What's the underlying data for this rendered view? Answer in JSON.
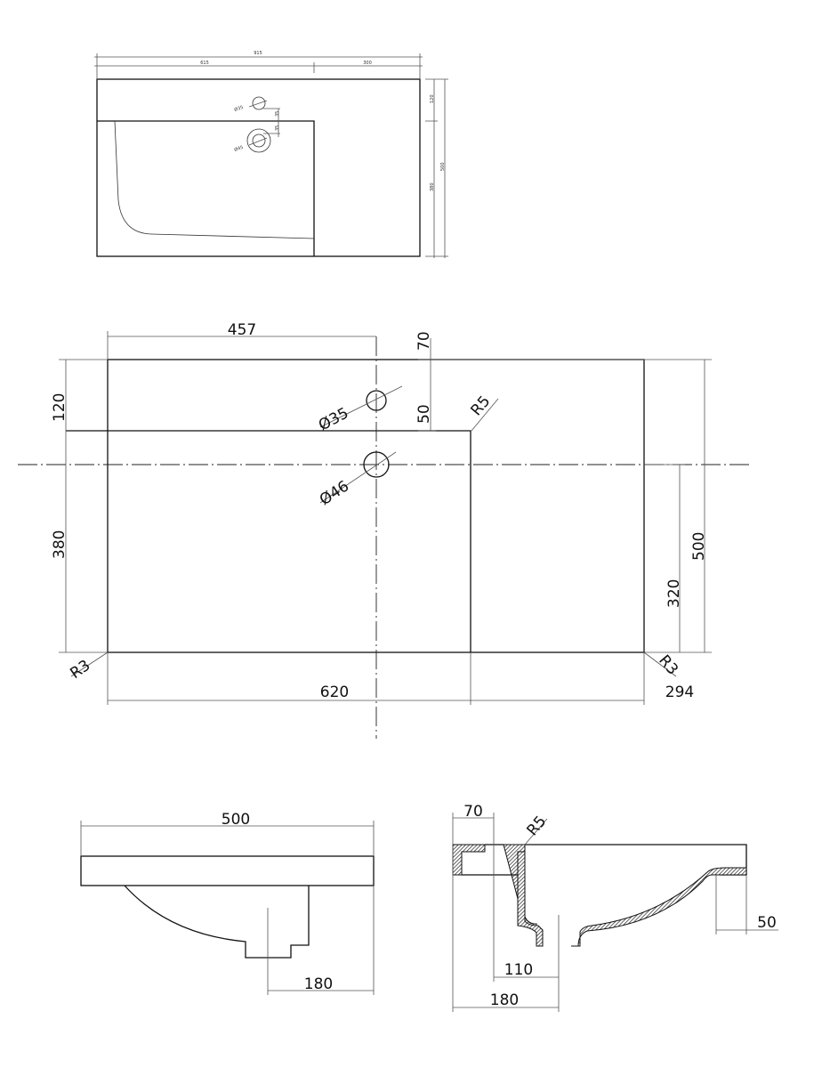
{
  "top_view_small": {
    "overall_width": "915",
    "left_width": "615",
    "right_width": "300",
    "tap_hole": "Ø35",
    "drain_hole": "Ø45",
    "tap_offset": "35",
    "drain_offset": "35",
    "back_depth": "120",
    "basin_depth": "380",
    "overall_depth": "500"
  },
  "plan_view": {
    "tap_position": "457",
    "tap_back": "70",
    "tap_to_ledge": "50",
    "back_ledge": "120",
    "front_depth": "380",
    "overall_depth": "500",
    "shelf_depth": "320",
    "basin_width": "620",
    "shelf_width": "294",
    "tap_hole": "Ø35",
    "drain_hole": "Ø46",
    "corner_radius_inner": "R5",
    "corner_radius_left": "R3",
    "corner_radius_right": "R3"
  },
  "side_view": {
    "depth": "500",
    "drain_offset": "180"
  },
  "section_view": {
    "ledge": "70",
    "radius": "R5",
    "drain_from_tap": "110",
    "drain_from_back": "180",
    "front_lip": "50"
  }
}
